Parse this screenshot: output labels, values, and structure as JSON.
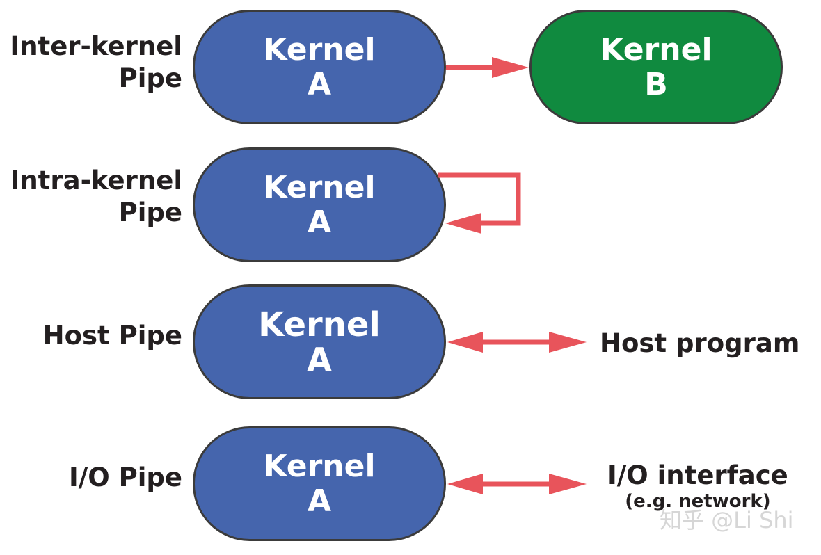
{
  "colors": {
    "kernel_a_fill": "#4565ad",
    "kernel_b_fill": "#108a3f",
    "pill_border": "#3b3b3b",
    "arrow": "#e8545b",
    "text": "#231f20"
  },
  "rows": [
    {
      "label_line1": "Inter-kernel",
      "label_line2": "Pipe",
      "kernel_name": "Kernel",
      "kernel_letter": "A",
      "target": {
        "kind": "kernel",
        "name": "Kernel",
        "letter": "B"
      },
      "arrow": "one-way-right"
    },
    {
      "label_line1": "Intra-kernel",
      "label_line2": "Pipe",
      "kernel_name": "Kernel",
      "kernel_letter": "A",
      "arrow": "loop-back"
    },
    {
      "label_line1": "Host Pipe",
      "kernel_name": "Kernel",
      "kernel_letter": "A",
      "target": {
        "kind": "text",
        "main": "Host program"
      },
      "arrow": "bidirectional"
    },
    {
      "label_line1": "I/O Pipe",
      "kernel_name": "Kernel",
      "kernel_letter": "A",
      "target": {
        "kind": "text",
        "main": "I/O interface",
        "sub": "(e.g. network)"
      },
      "arrow": "bidirectional"
    }
  ],
  "watermark": "知乎 @Li Shi"
}
